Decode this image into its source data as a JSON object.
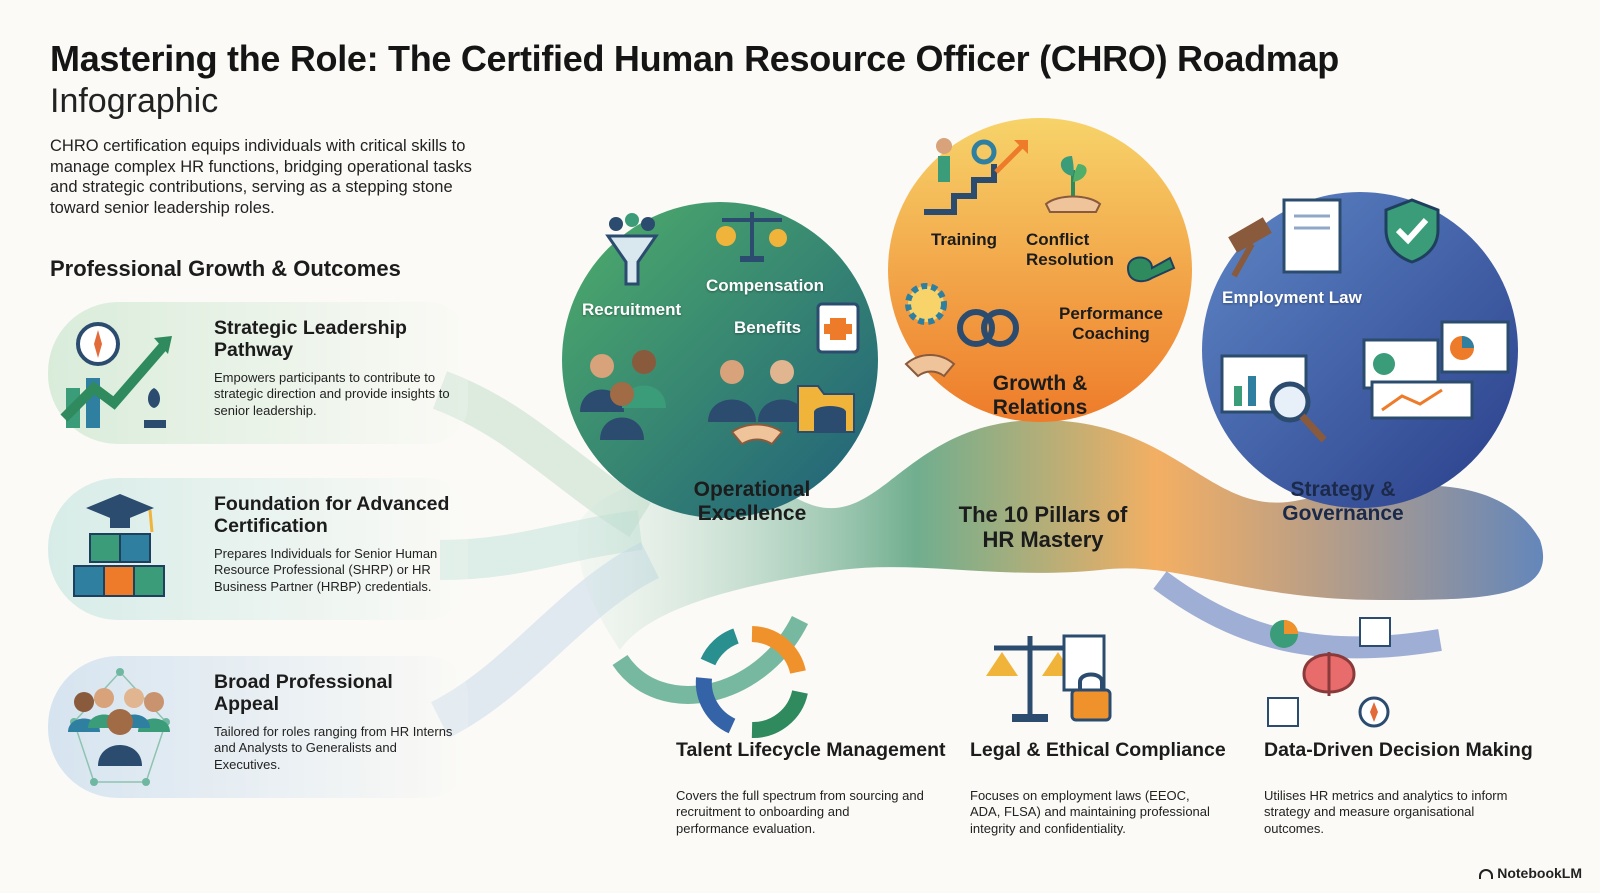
{
  "header": {
    "title": "Mastering the Role: The Certified Human Resource Officer (CHRO) Roadmap",
    "subtitle": "Infographic",
    "intro": "CHRO certification equips individuals with critical skills to manage complex HR functions, bridging operational tasks and strategic contributions, serving as a stepping stone toward senior leadership roles."
  },
  "outcomes": {
    "section_title": "Professional Growth & Outcomes",
    "items": [
      {
        "title": "Strategic Leadership Pathway",
        "desc": "Empowers participants to contribute to strategic direction and provide insights to senior leadership.",
        "icon": "leadership-growth-icon"
      },
      {
        "title": "Foundation for Advanced Certification",
        "desc": "Prepares Individuals for Senior Human Resource Professional (SHRP) or HR Business Partner (HRBP) credentials.",
        "icon": "graduation-blocks-icon"
      },
      {
        "title": "Broad Professional Appeal",
        "desc": "Tailored for roles ranging from HR Interns and Analysts to Generalists and Executives.",
        "icon": "people-network-icon"
      }
    ]
  },
  "hub": {
    "center_title": "The 10 Pillars of HR Mastery",
    "operational": {
      "title": "Operational Excellence",
      "items": [
        "Recruitment",
        "Compensation",
        "Benefits"
      ]
    },
    "growth": {
      "title": "Growth & Relations",
      "items": [
        "Training",
        "Conflict Resolution",
        "Performance Coaching"
      ]
    },
    "strategy": {
      "title": "Strategy & Governance",
      "items": [
        "Employment Law"
      ]
    }
  },
  "pillars": [
    {
      "title": "Talent Lifecycle Management",
      "desc": "Covers the full spectrum from sourcing and recruitment to onboarding and performance evaluation.",
      "icon": "cycle-arrows-icon"
    },
    {
      "title": "Legal & Ethical Compliance",
      "desc": "Focuses on employment laws (EEOC, ADA, FLSA) and maintaining professional integrity and confidentiality.",
      "icon": "scales-lock-icon"
    },
    {
      "title": "Data-Driven Decision Making",
      "desc": "Utilises HR metrics and analytics to inform strategy and measure organisational outcomes.",
      "icon": "brain-analytics-icon"
    }
  ],
  "brand": "NotebookLM",
  "colors": {
    "green": "#2f8a5e",
    "orange": "#f0922b",
    "blue": "#3563a8",
    "teal": "#2a8f8f"
  }
}
